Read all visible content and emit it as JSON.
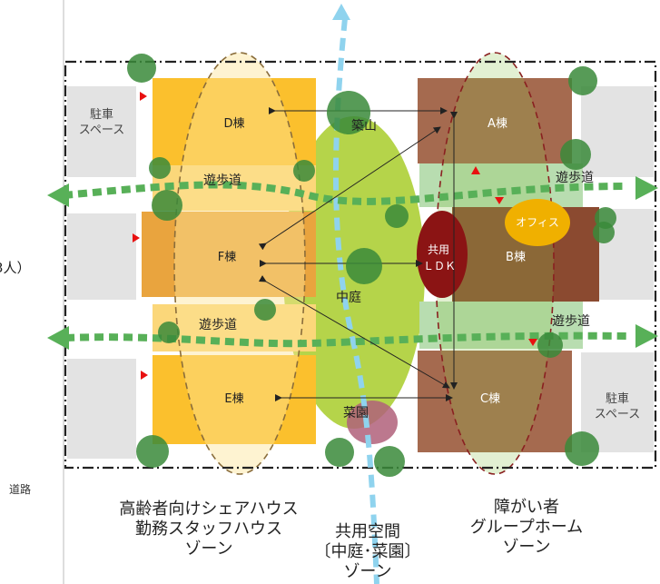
{
  "labels": {
    "d_building": "D棟",
    "f_building": "F棟",
    "e_building": "E棟",
    "a_building": "A棟",
    "b_building": "B棟",
    "c_building": "C棟",
    "tsukiyama": "築山",
    "courtyard": "中庭",
    "garden": "菜園",
    "shared_ldk": [
      "共用",
      "ＬＤＫ"
    ],
    "office": "オフィス",
    "walkway_left_upper": "遊歩道",
    "walkway_left_lower": "遊歩道",
    "walkway_right_upper": "遊歩道",
    "walkway_right_lower": "遊歩道",
    "parking_left": [
      "駐車",
      "スペース"
    ],
    "parking_right": [
      "駐車",
      "スペース"
    ],
    "road": "道路",
    "cut_text": "3人）"
  },
  "zones": {
    "elderly": [
      "高齢者向けシェアハウス",
      "勤務スタッフハウス",
      "ゾーン"
    ],
    "common": [
      "共用空間",
      "〔中庭･菜園〕",
      "ゾーン"
    ],
    "disabled": [
      "障がい者",
      "グループホーム",
      "ゾーン"
    ]
  },
  "colors": {
    "yellow_building": "#fbc02d",
    "f_building": "#e9a43e",
    "brown_building": "#a56a4f",
    "b_building": "#8b4a30",
    "courtyard_green": "#a8cc2a",
    "walkway_green": "#b8ddb0",
    "tree_green": "#3a8a3a",
    "dotted_path": "#58b058",
    "axis_blue": "#8fd3ee",
    "ldk_red": "#8b1414",
    "office_yellow": "#f0b000",
    "triangle_red": "#e81010"
  }
}
